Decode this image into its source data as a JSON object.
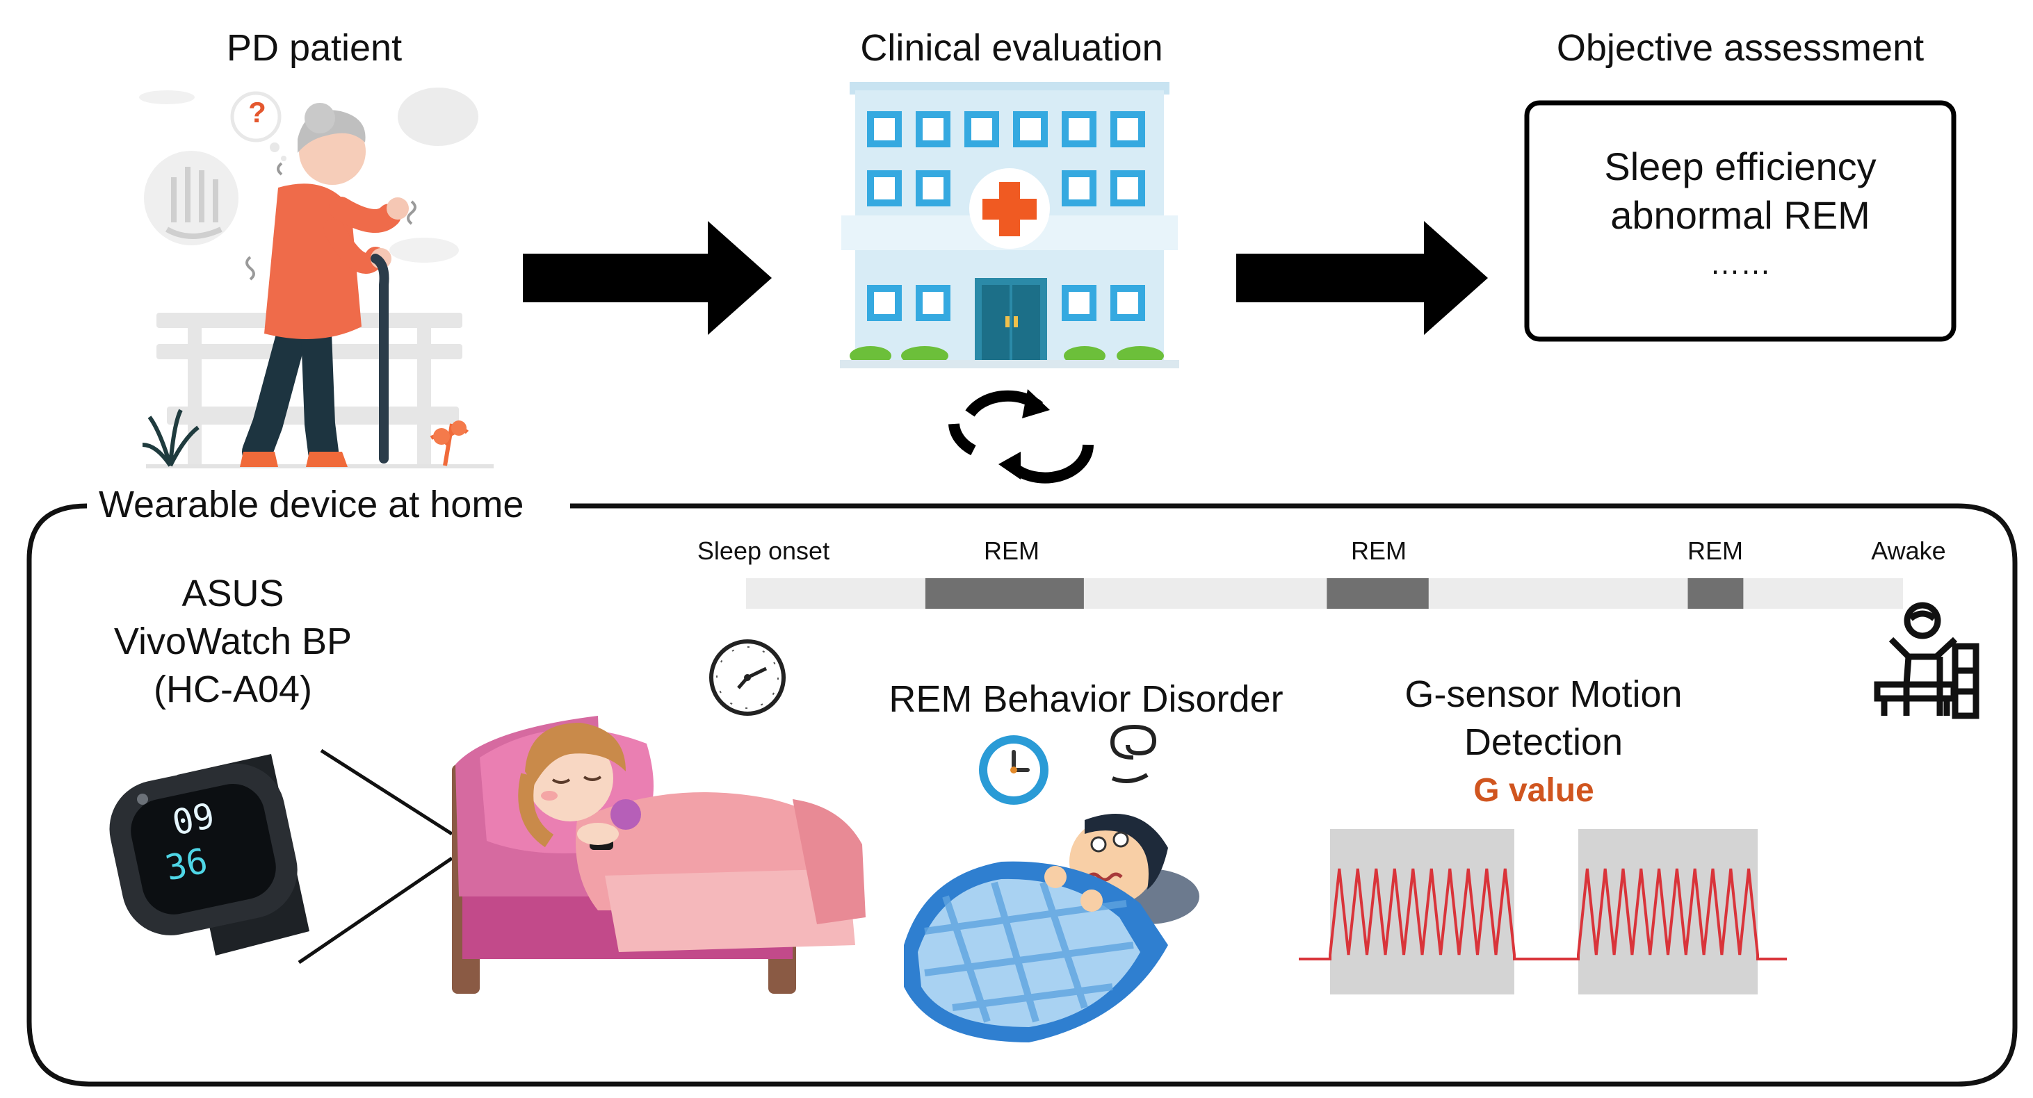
{
  "top": {
    "patient_title": "PD patient",
    "clinical_title": "Clinical evaluation",
    "objective_title": "Objective assessment",
    "patient_bubble": "?",
    "assessment_lines": [
      "Sleep efficiency",
      "abnormal REM",
      "……"
    ]
  },
  "home": {
    "panel_label": "Wearable device at home",
    "device_lines": [
      "ASUS",
      "VivoWatch BP",
      "(HC-A04)"
    ],
    "watch_hour": "09",
    "watch_minute": "36",
    "rbd_label": "REM Behavior Disorder",
    "gsensor_lines": [
      "G-sensor Motion",
      "Detection"
    ],
    "g_value_label": "G value"
  },
  "hypnogram": {
    "labels": [
      "Sleep onset",
      "REM",
      "REM",
      "REM",
      "Awake"
    ],
    "rem_periods_fraction": [
      [
        0.155,
        0.292
      ],
      [
        0.502,
        0.59
      ],
      [
        0.814,
        0.862
      ]
    ]
  },
  "colors": {
    "arrow": "#000000",
    "g_value": "#d0551f",
    "signal": "#d9343a",
    "rem_bar": "#707070",
    "track": "#ececec",
    "hospital_wall": "#d8ecf6",
    "hospital_window": "#35a9e0",
    "cross": "#f05a22",
    "door": "#2b8aa8"
  }
}
